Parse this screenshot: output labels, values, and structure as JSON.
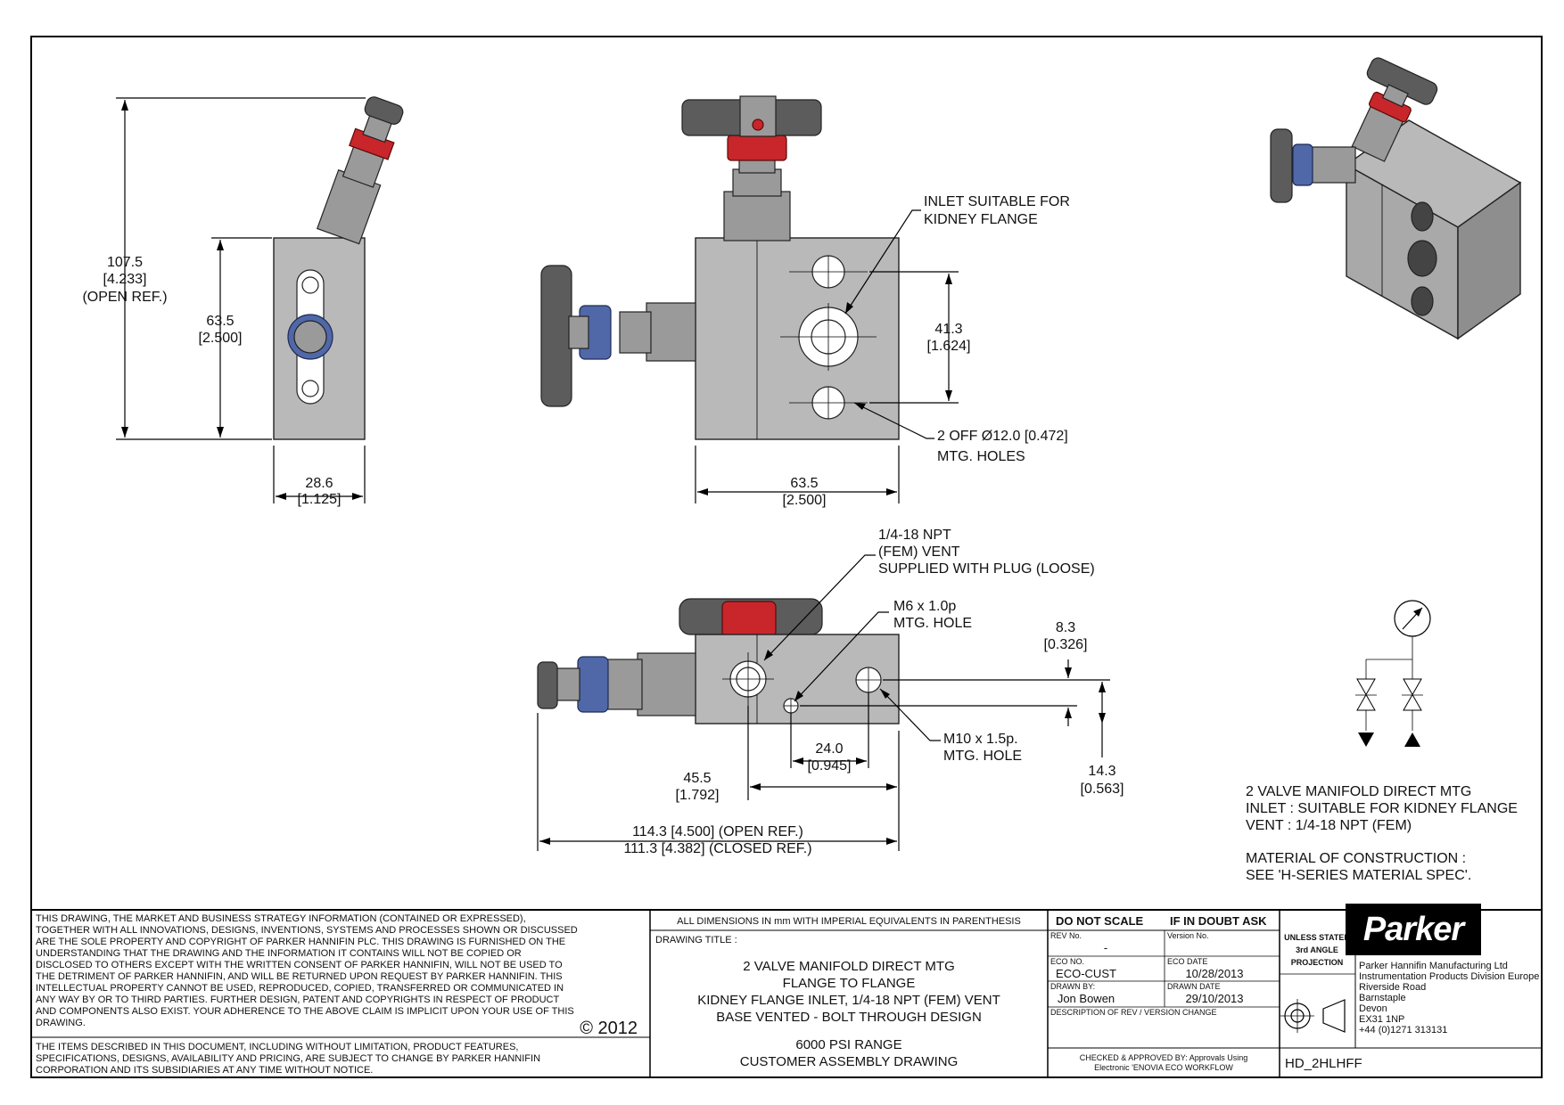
{
  "views": {
    "side": {
      "height_open": [
        "107.5",
        "[4.233]",
        "(OPEN REF.)"
      ],
      "height_body": [
        "63.5",
        "[2.500]"
      ],
      "width": [
        "28.6",
        "[1.125]"
      ]
    },
    "front": {
      "inlet_note": [
        "INLET SUITABLE FOR",
        "KIDNEY FLANGE"
      ],
      "hole_spacing": [
        "41.3",
        "[1.624]"
      ],
      "holes_note": [
        "2 OFF Ø12.0 [0.472]",
        "MTG. HOLES"
      ],
      "width": [
        "63.5",
        "[2.500]"
      ]
    },
    "plan": {
      "vent_note": [
        "1/4-18 NPT",
        "(FEM) VENT",
        "SUPPLIED WITH PLUG (LOOSE)"
      ],
      "m6_note": [
        "M6 x 1.0p",
        "MTG. HOLE"
      ],
      "dim_8_3": [
        "8.3",
        "[0.326]"
      ],
      "m10_note": [
        "M10 x 1.5p.",
        "MTG. HOLE"
      ],
      "dim_24": [
        "24.0",
        "[0.945]"
      ],
      "dim_14_3": [
        "14.3",
        "[0.563]"
      ],
      "dim_45_5": [
        "45.5",
        "[1.792]"
      ],
      "overall_open": "114.3 [4.500] (OPEN REF.)",
      "overall_closed": "111.3 [4.382] (CLOSED REF.)"
    }
  },
  "description": [
    "2 VALVE MANIFOLD DIRECT MTG",
    "INLET : SUITABLE FOR KIDNEY FLANGE",
    "VENT : 1/4-18 NPT (FEM)",
    "MATERIAL OF CONSTRUCTION :",
    "SEE 'H-SERIES MATERIAL SPEC'."
  ],
  "title_block": {
    "legal_lines": [
      "THIS DRAWING, THE MARKET AND BUSINESS STRATEGY INFORMATION (CONTAINED OR EXPRESSED),",
      "TOGETHER WITH ALL INNOVATIONS, DESIGNS, INVENTIONS, SYSTEMS AND PROCESSES SHOWN OR DISCUSSED",
      "ARE THE SOLE PROPERTY AND COPYRIGHT OF PARKER HANNIFIN PLC. THIS DRAWING IS FURNISHED ON THE",
      "UNDERSTANDING THAT THE DRAWING AND THE INFORMATION IT CONTAINS WILL NOT BE COPIED OR",
      "DISCLOSED TO OTHERS EXCEPT WITH THE WRITTEN CONSENT OF PARKER HANNIFIN, WILL NOT BE USED TO",
      "THE DETRIMENT OF PARKER HANNIFIN, AND WILL BE RETURNED UPON REQUEST BY PARKER HANNIFIN. THIS",
      "INTELLECTUAL PROPERTY CANNOT BE USED, REPRODUCED, COPIED, TRANSFERRED OR COMMUNICATED IN",
      "ANY WAY BY OR TO THIRD PARTIES. FURTHER DESIGN, PATENT AND COPYRIGHTS IN RESPECT OF PRODUCT",
      "AND COMPONENTS ALSO EXIST. YOUR ADHERENCE TO THE ABOVE CLAIM IS IMPLICIT UPON YOUR USE OF THIS",
      "DRAWING."
    ],
    "copyright": "© 2012",
    "notice_lines": [
      "THE ITEMS DESCRIBED IN THIS DOCUMENT, INCLUDING WITHOUT LIMITATION, PRODUCT FEATURES,",
      "SPECIFICATIONS, DESIGNS, AVAILABILITY AND PRICING, ARE SUBJECT TO CHANGE BY PARKER HANNIFIN",
      "CORPORATION AND ITS SUBSIDIARIES AT ANY TIME WITHOUT NOTICE."
    ],
    "dimensions_note": "ALL DIMENSIONS IN mm WITH IMPERIAL EQUIVALENTS IN PARENTHESIS",
    "drawing_title_label": "DRAWING TITLE :",
    "drawing_title_lines": [
      "2 VALVE MANIFOLD DIRECT MTG",
      "FLANGE TO FLANGE",
      "KIDNEY FLANGE INLET, 1/4-18 NPT (FEM) VENT",
      "BASE VENTED - BOLT THROUGH DESIGN"
    ],
    "range_lines": [
      "6000 PSI RANGE",
      "CUSTOMER ASSEMBLY DRAWING"
    ],
    "do_not_scale": "DO NOT SCALE",
    "if_in_doubt": "IF IN DOUBT ASK",
    "rev_no_label": "REV No.",
    "rev_no": "-",
    "version_label": "Version No.",
    "eco_no_label": "ECO NO.",
    "eco_no": "ECO-CUST",
    "eco_date_label": "ECO DATE",
    "eco_date": "10/28/2013",
    "drawn_by_label": "DRAWN BY:",
    "drawn_by": "Jon Bowen",
    "drawn_date_label": "DRAWN DATE",
    "drawn_date": "29/10/2013",
    "desc_rev_label": "DESCRIPTION OF REV / VERSION CHANGE",
    "projection": [
      "UNLESS STATED",
      "3rd ANGLE",
      "PROJECTION"
    ],
    "logo": "Parker",
    "address": [
      "Parker Hannifin Manufacturing Ltd",
      "Instrumentation Products Division Europe",
      "Riverside Road",
      "Barnstaple",
      "Devon",
      "EX31 1NP",
      "+44 (0)1271 313131"
    ],
    "checked_lines": [
      "CHECKED & APPROVED BY: Approvals Using",
      "Electronic 'ENOVIA  ECO WORKFLOW"
    ],
    "drawing_number": "HD_2HLHFF"
  }
}
